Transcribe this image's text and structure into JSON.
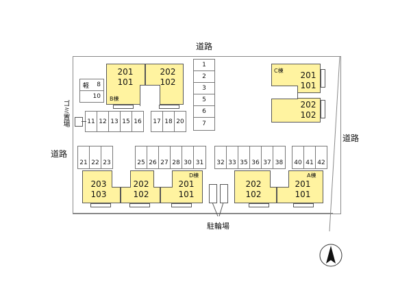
{
  "roads": {
    "top": "道路",
    "left": "道路",
    "right": "道路"
  },
  "buildings": {
    "b": {
      "tag": "B棟",
      "units": [
        {
          "upper": "201",
          "lower": "101"
        },
        {
          "upper": "202",
          "lower": "102"
        }
      ]
    },
    "c": {
      "tag": "C棟",
      "units": [
        {
          "upper": "201",
          "lower": "101"
        },
        {
          "upper": "202",
          "lower": "102"
        }
      ]
    },
    "d": {
      "tag": "D棟",
      "units": [
        {
          "upper": "203",
          "lower": "103"
        },
        {
          "upper": "202",
          "lower": "102"
        },
        {
          "upper": "201",
          "lower": "101"
        }
      ]
    },
    "a": {
      "tag": "A棟",
      "units": [
        {
          "upper": "202",
          "lower": "102"
        },
        {
          "upper": "201",
          "lower": "101"
        }
      ]
    }
  },
  "parking": {
    "col": [
      "1",
      "2",
      "3",
      "5",
      "6",
      "7"
    ],
    "kei": {
      "label": "軽",
      "number": "8"
    },
    "ten": "10",
    "row1": [
      "11",
      "12",
      "13",
      "15",
      "16",
      "17",
      "18",
      "20"
    ],
    "row2a": [
      "21",
      "22",
      "23"
    ],
    "row2b": [
      "25",
      "26",
      "27",
      "28",
      "30",
      "31"
    ],
    "row2c": [
      "32",
      "33",
      "35",
      "36",
      "37",
      "38"
    ],
    "row2d": [
      "40",
      "41",
      "42"
    ]
  },
  "garbage": "ゴミ置場",
  "bicycle": "駐輪場",
  "compass": "north-arrow"
}
